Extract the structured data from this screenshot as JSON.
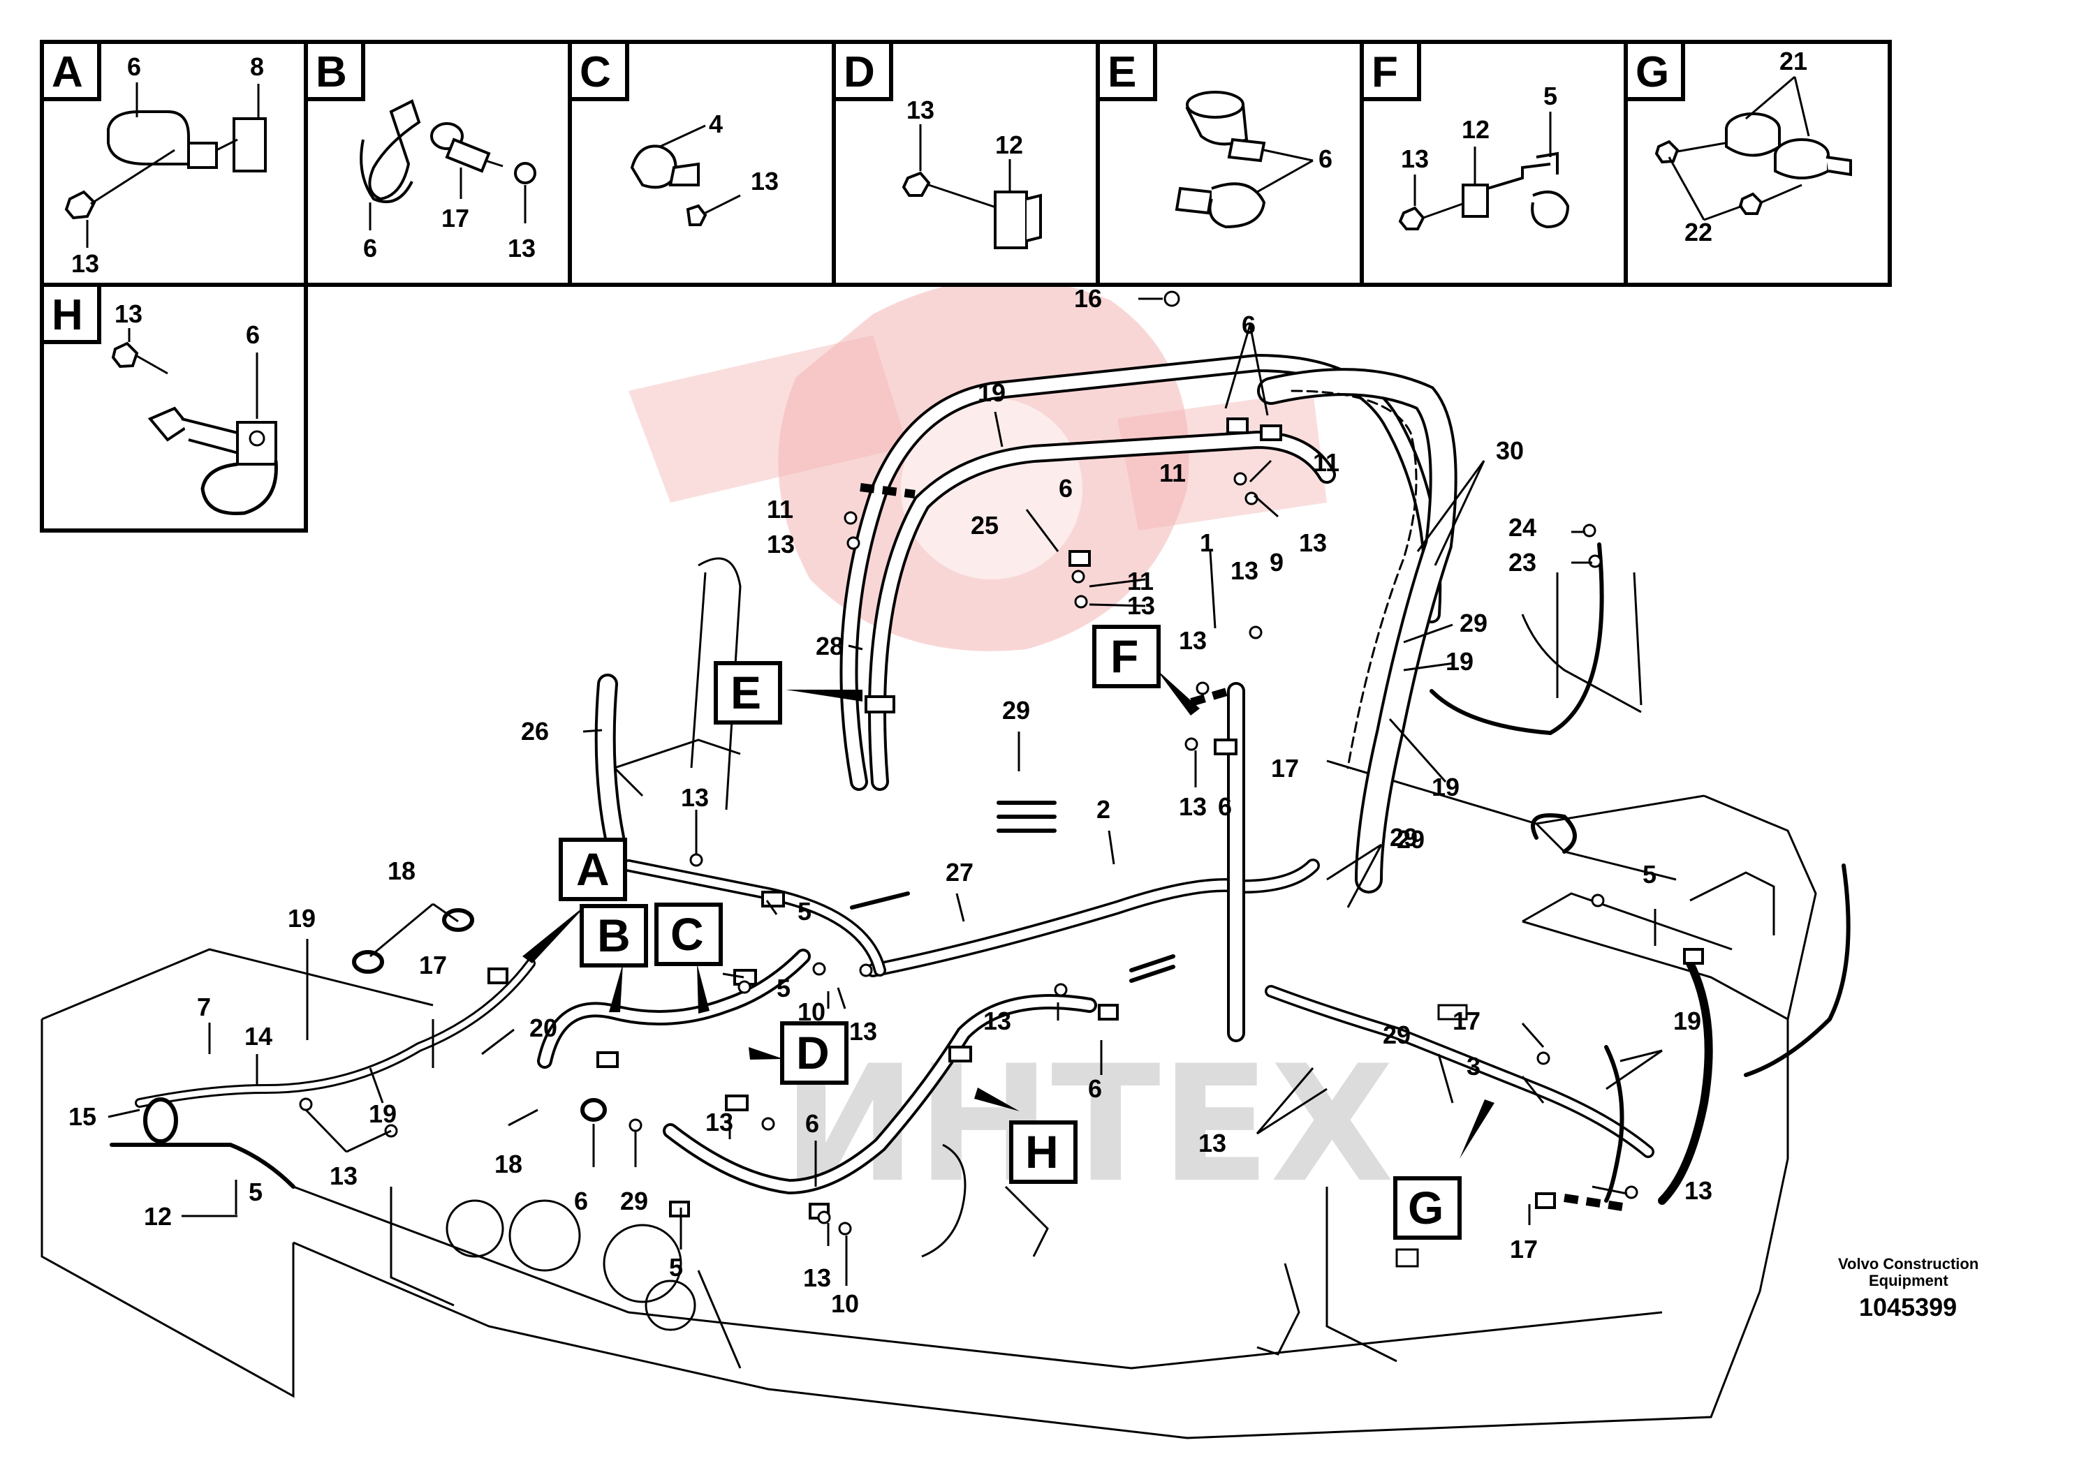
{
  "detail_boxes": [
    {
      "letter": "A",
      "numbers": [
        "6",
        "8",
        "13"
      ]
    },
    {
      "letter": "B",
      "numbers": [
        "6",
        "17",
        "13"
      ]
    },
    {
      "letter": "C",
      "numbers": [
        "4",
        "13"
      ]
    },
    {
      "letter": "D",
      "numbers": [
        "13",
        "12"
      ]
    },
    {
      "letter": "E",
      "numbers": [
        "6"
      ]
    },
    {
      "letter": "F",
      "numbers": [
        "5",
        "12",
        "13"
      ]
    },
    {
      "letter": "G",
      "numbers": [
        "21",
        "22"
      ]
    },
    {
      "letter": "H",
      "numbers": [
        "13",
        "6"
      ]
    }
  ],
  "callouts": [
    "E",
    "F",
    "A",
    "B",
    "C",
    "D",
    "H",
    "G"
  ],
  "part_labels": [
    "16",
    "6",
    "19",
    "30",
    "11",
    "11",
    "11",
    "13",
    "13",
    "24",
    "23",
    "25",
    "6",
    "11",
    "13",
    "1",
    "13",
    "9",
    "28",
    "13",
    "29",
    "26",
    "19",
    "29",
    "19",
    "17",
    "29",
    "13",
    "13",
    "6",
    "2",
    "29",
    "5",
    "18",
    "27",
    "5",
    "19",
    "17",
    "5",
    "10",
    "13",
    "20",
    "7",
    "14",
    "13",
    "17",
    "3",
    "19",
    "29",
    "6",
    "15",
    "19",
    "13",
    "6",
    "18",
    "13",
    "13",
    "6",
    "29",
    "12",
    "5",
    "5",
    "13",
    "13",
    "17",
    "10"
  ],
  "footer": {
    "company": "Volvo Construction",
    "company2": "Equipment",
    "number": "1045399"
  },
  "watermark": "ИНТЕХ",
  "colors": {
    "ink": "#000000",
    "watermark_red": "#f4b5b5",
    "watermark_gray": "#d9d9d9"
  }
}
